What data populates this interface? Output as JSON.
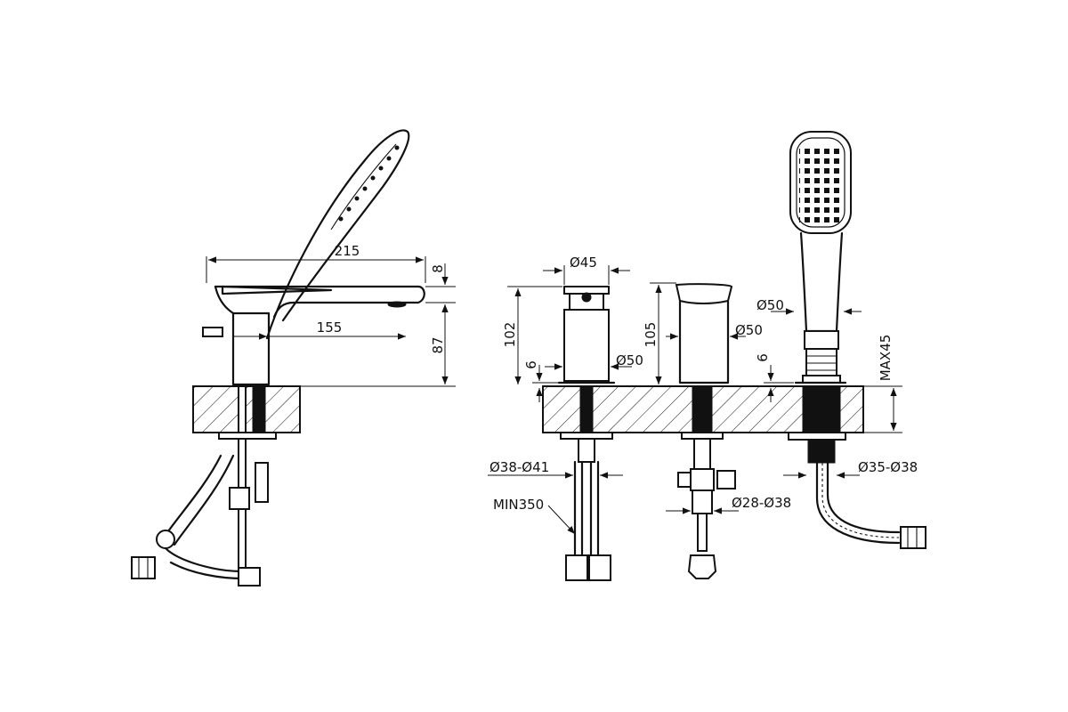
{
  "dimensions": {
    "side_total_length": "215",
    "side_top_thickness": "8",
    "side_body_height": "87",
    "side_spout_length": "155",
    "mixer_diameter": "Ø45",
    "mixer_height": "102",
    "mixer_deck_gap": "6",
    "mixer_base_diameter": "Ø50",
    "spout_height": "105",
    "spout_diameter": "Ø50",
    "spout_deck_gap": "6",
    "shower_holder_diameter": "Ø50",
    "deck_max_thickness": "MAX45",
    "hole_mixer": "Ø38-Ø41",
    "hole_spout": "Ø28-Ø38",
    "hole_shower": "Ø35-Ø38",
    "hose_min_length": "MIN350"
  }
}
